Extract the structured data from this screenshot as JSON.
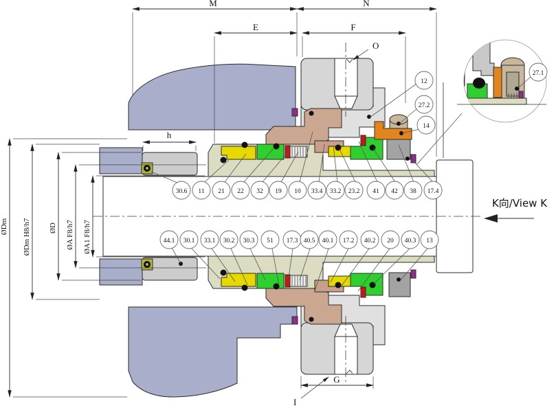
{
  "drawing": {
    "dim_labels": {
      "M": "M",
      "N": "N",
      "E": "E",
      "F": "F",
      "h": "h",
      "G": "G",
      "O": "O",
      "I": "I"
    },
    "left_dim_labels": [
      "ØDm",
      "ØDm H8/h7",
      "ØD",
      "ØA F8/h7",
      "ØA1 F8/h7"
    ],
    "view_label": "K向/View K",
    "callouts": {
      "top": [
        "30.6",
        "11",
        "21",
        "22",
        "32",
        "19",
        "10",
        "33.4",
        "33.2",
        "23.2",
        "41",
        "42",
        "38",
        "17.4"
      ],
      "bottom": [
        "44.1",
        "30.1",
        "33.1",
        "30.2",
        "30.3",
        "51",
        "17.3",
        "40.5",
        "40.1",
        "17.2",
        "40.2",
        "20",
        "40.3",
        "13"
      ],
      "right": [
        "12",
        "27.2",
        "14"
      ],
      "detail": [
        "27.1"
      ]
    },
    "colors": {
      "housing": "#a9aecb",
      "steel_light": "#d6d6d6",
      "collar": "#cccccc",
      "sleeve": "#dcdcc2",
      "seal_yellow": "#e6d800",
      "seal_green": "#2fcf2f",
      "spring_red": "#cc1616",
      "gland_tan": "#cba691",
      "orange": "#e2851c",
      "knob_tan": "#c9b79d",
      "block_gray": "#a3a3a3",
      "purple": "#8e2d8e",
      "olive": "#b5b53a"
    }
  }
}
